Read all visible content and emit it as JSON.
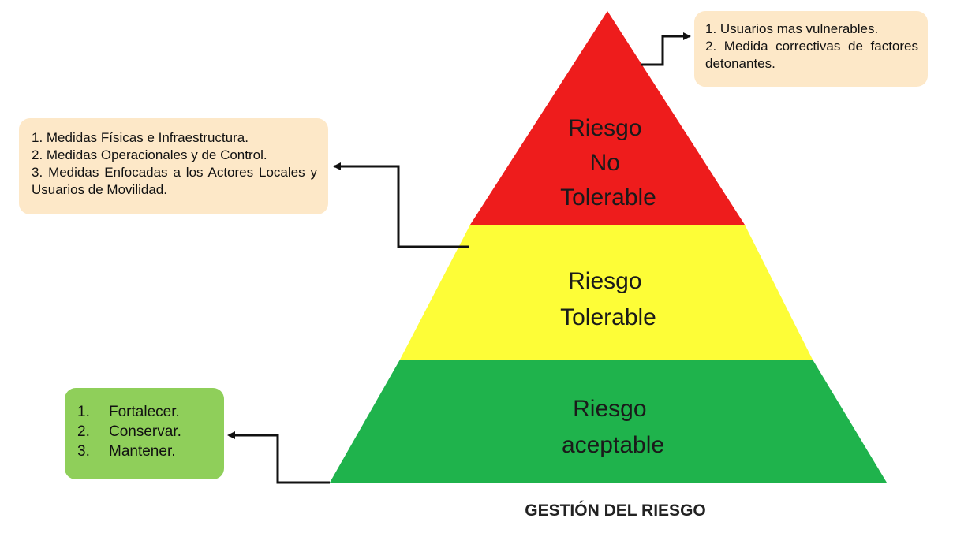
{
  "colors": {
    "tier_top": "#ee1c1c",
    "tier_middle": "#fdfd37",
    "tier_bottom": "#1fb34c",
    "note_beige": "#fde8c8",
    "note_green": "#8fcf5a",
    "connector": "#111111"
  },
  "pyramid": {
    "tiers": [
      {
        "lines": [
          "Riesgo",
          "No",
          "Tolerable"
        ]
      },
      {
        "lines": [
          "Riesgo",
          "Tolerable"
        ]
      },
      {
        "lines": [
          "Riesgo",
          "aceptable"
        ]
      }
    ]
  },
  "notes": {
    "top": [
      "1. Usuarios mas vulnerables.",
      "2. Medida correctivas de factores detonantes."
    ],
    "middle": [
      "1. Medidas Físicas e Infraestructura.",
      "2. Medidas Operacionales y de Control.",
      "3. Medidas Enfocadas a los Actores Locales y Usuarios de Movilidad."
    ],
    "bottom": [
      {
        "num": "1.",
        "text": "Fortalecer."
      },
      {
        "num": "2.",
        "text": "Conservar."
      },
      {
        "num": "3.",
        "text": "Mantener."
      }
    ]
  },
  "caption": "GESTIÓN DEL RIESGO"
}
